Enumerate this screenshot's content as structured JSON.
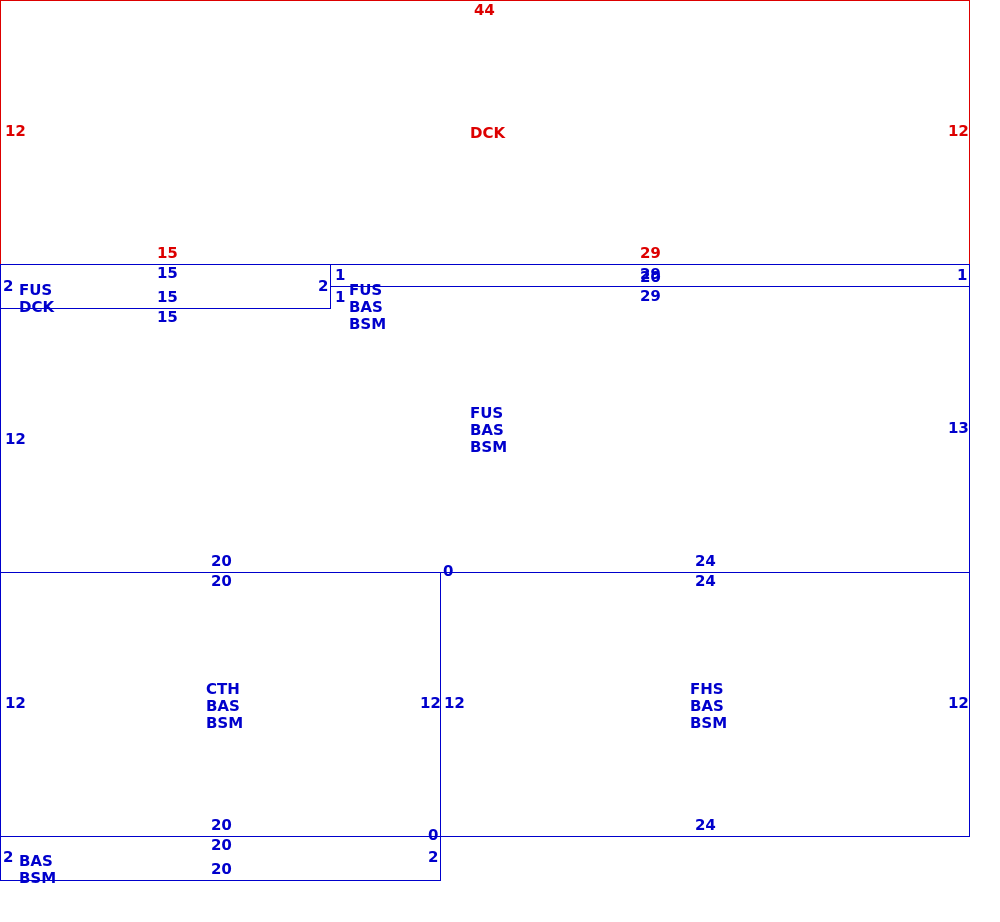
{
  "colors": {
    "deck": "#dd0000",
    "rooms": "#0000cc"
  },
  "dck": {
    "top": "44",
    "left": "12",
    "right": "12",
    "bottom_left": "15",
    "bottom_right": "29",
    "codes": [
      "DCK"
    ]
  },
  "fus_dck": {
    "top": "15",
    "left": "2",
    "right": "2",
    "bottom": "15",
    "top_inner": "15",
    "codes": [
      "FUS",
      "DCK"
    ]
  },
  "thin_strip": {
    "top_a": "29",
    "top_b": "20",
    "left": "1",
    "right": "1"
  },
  "fus_small": {
    "left": "1",
    "codes": [
      "FUS",
      "BAS",
      "BSM"
    ]
  },
  "fus_main": {
    "top": "29",
    "left": "12",
    "right": "13",
    "bottom_left": "20",
    "bottom_right": "24",
    "corner": "0",
    "codes": [
      "FUS",
      "BAS",
      "BSM"
    ]
  },
  "cth": {
    "top": "20",
    "left": "12",
    "right": "12",
    "bottom": "20",
    "codes": [
      "CTH",
      "BAS",
      "BSM"
    ]
  },
  "fhs": {
    "top": "24",
    "left": "12",
    "right": "12",
    "bottom": "24",
    "codes": [
      "FHS",
      "BAS",
      "BSM"
    ]
  },
  "bas_bottom": {
    "top": "20",
    "left": "2",
    "right": "2",
    "bottom": "20",
    "corner": "0",
    "codes": [
      "BAS",
      "BSM"
    ]
  }
}
